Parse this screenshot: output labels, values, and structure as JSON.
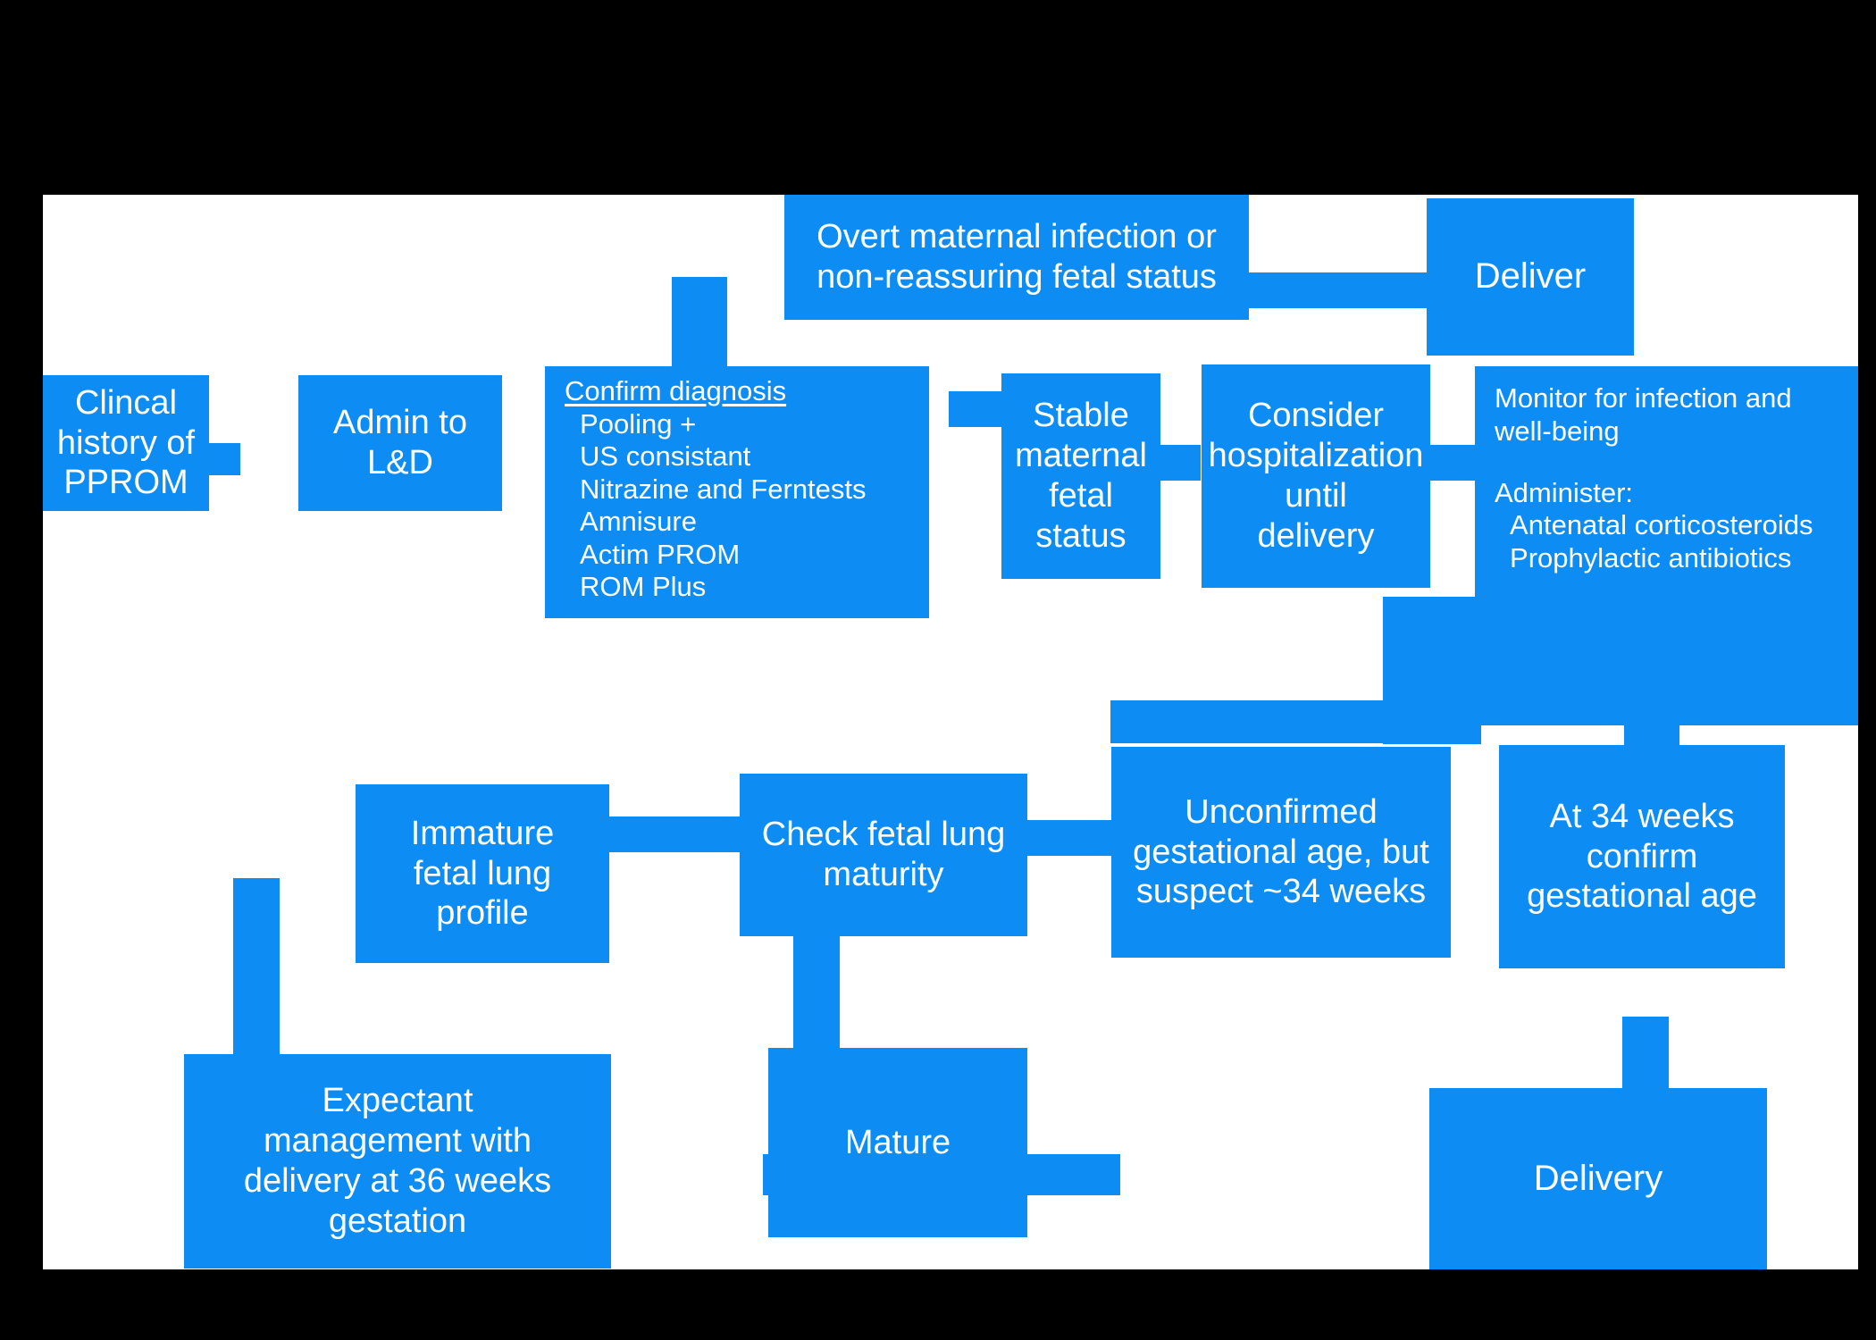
{
  "chart_data": {
    "type": "diagram",
    "title": "PPROM (Preterm Premature Rupture of Membranes) Management Flowchart",
    "background_color": "#000000",
    "canvas_color": "#ffffff",
    "node_color": "#0d8cf4",
    "text_color": "#ffffff",
    "nodes": [
      {
        "id": "clinical-history",
        "label": "Clincal\nhistory of\nPPROM"
      },
      {
        "id": "admit-ld",
        "label": "Admin to\nL&D"
      },
      {
        "id": "confirm-diagnosis",
        "label": "Confirm diagnosis"
      },
      {
        "id": "overt-infection",
        "label": "Overt maternal infection or\nnon-reassuring fetal status"
      },
      {
        "id": "deliver",
        "label": "Deliver"
      },
      {
        "id": "stable-status",
        "label": "Stable\nmaternal\nfetal\nstatus"
      },
      {
        "id": "consider-hospitalization",
        "label": "Consider\nhospitalization\nuntil\ndelivery"
      },
      {
        "id": "monitor-infection",
        "label": "Monitor for infection and well-being"
      },
      {
        "id": "unconfirmed-ga",
        "label": "Unconfirmed\ngestational age, but\nsuspect ~34 weeks"
      },
      {
        "id": "at-34-weeks",
        "label": "At 34 weeks\nconfirm\ngestational age"
      },
      {
        "id": "check-flm",
        "label": "Check fetal lung\nmaturity"
      },
      {
        "id": "immature-flp",
        "label": "Immature\nfetal lung\nprofile"
      },
      {
        "id": "expectant-management",
        "label": "Expectant\nmanagement with\ndelivery at 36 weeks\ngestation"
      },
      {
        "id": "mature",
        "label": "Mature"
      },
      {
        "id": "delivery",
        "label": "Delivery"
      }
    ],
    "edges": [
      {
        "from": "clinical-history",
        "to": "admit-ld"
      },
      {
        "from": "admit-ld",
        "to": "confirm-diagnosis"
      },
      {
        "from": "confirm-diagnosis",
        "to": "overt-infection"
      },
      {
        "from": "overt-infection",
        "to": "deliver"
      },
      {
        "from": "confirm-diagnosis",
        "to": "stable-status"
      },
      {
        "from": "stable-status",
        "to": "consider-hospitalization"
      },
      {
        "from": "consider-hospitalization",
        "to": "monitor-infection"
      },
      {
        "from": "monitor-infection",
        "to": "unconfirmed-ga"
      },
      {
        "from": "monitor-infection",
        "to": "at-34-weeks"
      },
      {
        "from": "unconfirmed-ga",
        "to": "check-flm"
      },
      {
        "from": "check-flm",
        "to": "immature-flp"
      },
      {
        "from": "check-flm",
        "to": "mature"
      },
      {
        "from": "immature-flp",
        "to": "expectant-management"
      },
      {
        "from": "mature",
        "to": "delivery"
      },
      {
        "from": "at-34-weeks",
        "to": "delivery"
      }
    ]
  },
  "nodes": {
    "clinical_history": {
      "line1": "Clincal",
      "line2": "history of",
      "line3": "PPROM"
    },
    "admit_ld": {
      "line1": "Admin to",
      "line2": "L&D"
    },
    "confirm_diagnosis": {
      "heading": "Confirm diagnosis",
      "items": [
        "Pooling +",
        "US consistant",
        "Nitrazine and Ferntests",
        "Amnisure",
        "Actim PROM",
        "ROM Plus"
      ]
    },
    "overt_infection": {
      "line1": "Overt maternal infection or",
      "line2": "non-reassuring fetal status"
    },
    "deliver": {
      "label": "Deliver"
    },
    "stable_status": {
      "line1": "Stable",
      "line2": "maternal",
      "line3": "fetal",
      "line4": "status"
    },
    "consider_hospitalization": {
      "line1": "Consider",
      "line2": "hospitalization",
      "line3": "until",
      "line4": "delivery"
    },
    "monitor_infection": {
      "line1": "Monitor for infection and",
      "line2": "well-being",
      "heading": "Administer:",
      "items": [
        "Antenatal corticosteroids",
        "Prophylactic antibiotics"
      ]
    },
    "unconfirmed_ga": {
      "line1": "Unconfirmed",
      "line2": "gestational age, but",
      "line3": "suspect ~34 weeks"
    },
    "at_34_weeks": {
      "line1": "At 34 weeks",
      "line2": "confirm",
      "line3": "gestational age"
    },
    "check_flm": {
      "line1": "Check fetal lung",
      "line2": "maturity"
    },
    "immature_flp": {
      "line1": "Immature",
      "line2": "fetal lung",
      "line3": "profile"
    },
    "expectant_management": {
      "line1": "Expectant",
      "line2": "management with",
      "line3": "delivery at 36 weeks",
      "line4": "gestation"
    },
    "mature": {
      "label": "Mature"
    },
    "delivery": {
      "label": "Delivery"
    }
  }
}
